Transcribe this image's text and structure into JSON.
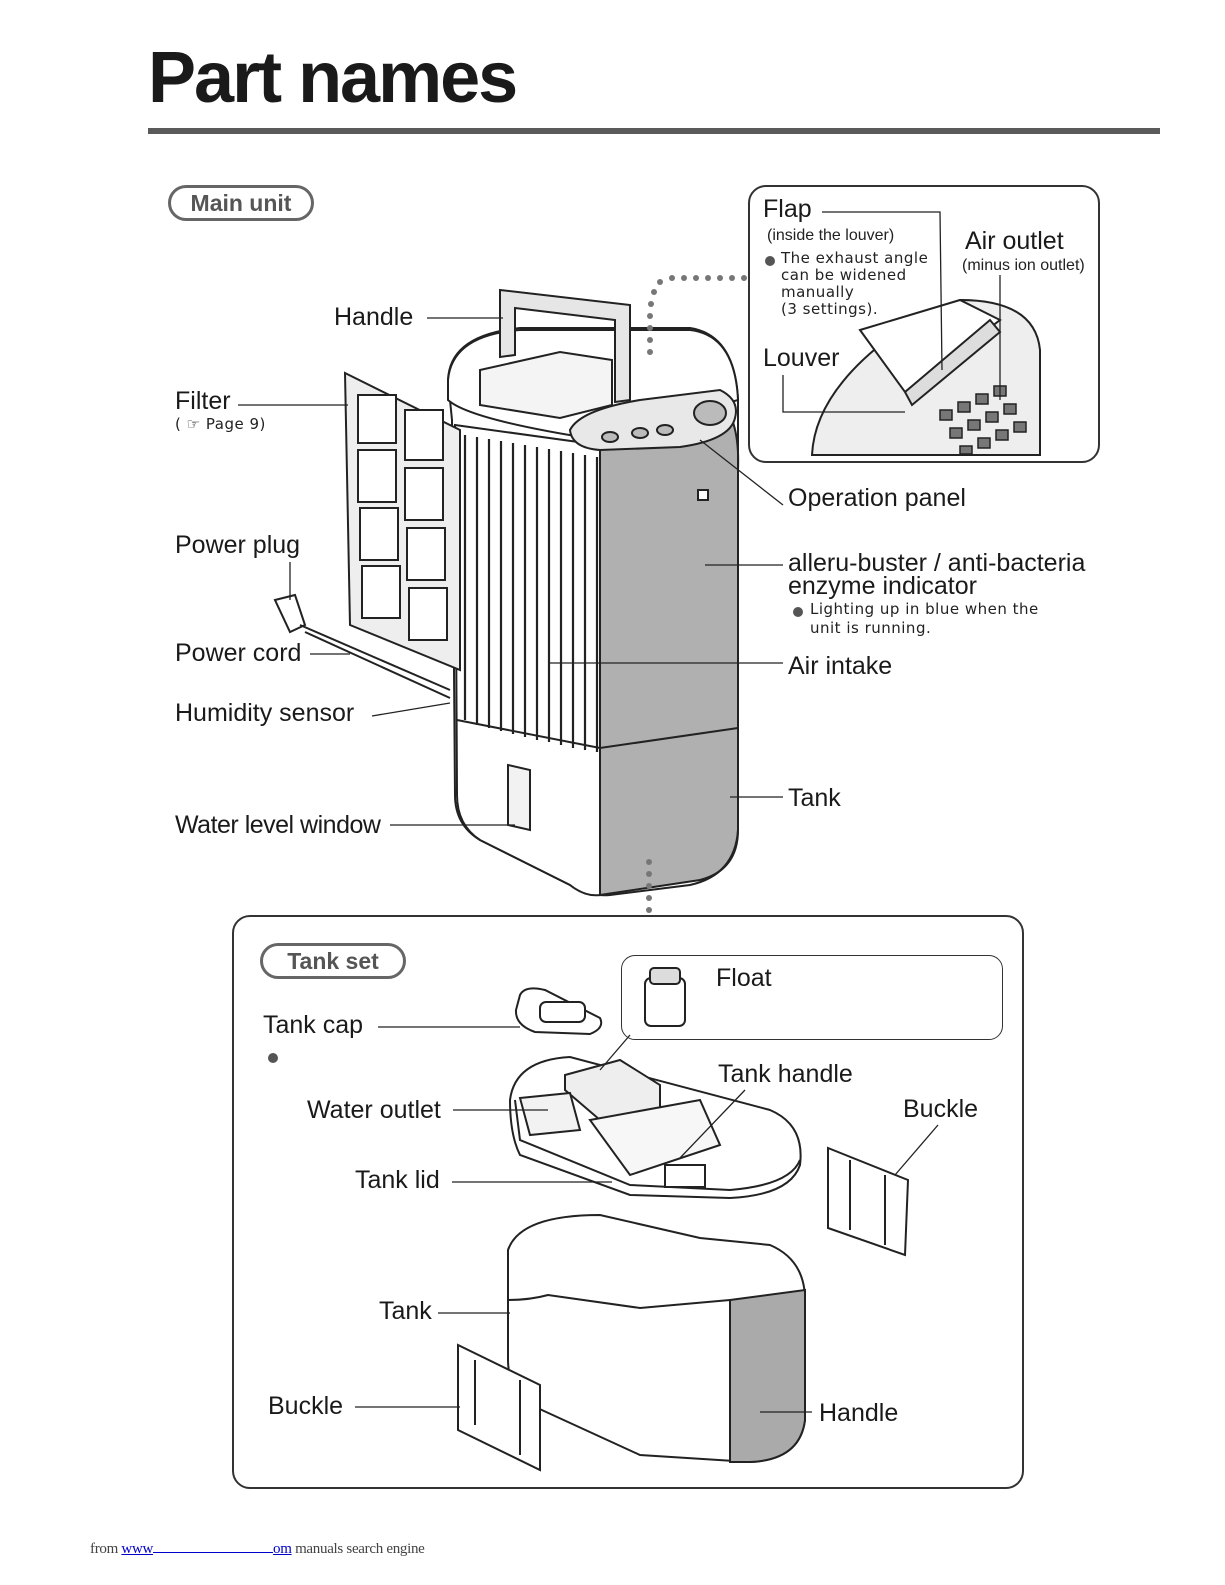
{
  "page": {
    "title": "Part names"
  },
  "main_unit": {
    "heading": "Main unit",
    "labels": {
      "handle": "Handle",
      "filter": "Filter",
      "filter_ref": "Page 9)",
      "filter_ref_open": "(",
      "power_plug": "Power plug",
      "power_cord": "Power cord",
      "humidity_sensor": "Humidity sensor",
      "water_level_window": "Water level window",
      "operation_panel": "Operation panel",
      "indicator_line1": "alleru-buster / anti-bacteria",
      "indicator_line2": "enzyme indicator",
      "indicator_note_line1": "Lighting up in blue when the",
      "indicator_note_line2": "unit is running.",
      "air_intake": "Air intake",
      "tank": "Tank"
    },
    "inset": {
      "flap": "Flap",
      "flap_note": "(inside the louver)",
      "flap_desc_line1": "The exhaust angle",
      "flap_desc_line2": "can be widened",
      "flap_desc_line3": "manually",
      "flap_desc_line4": "(3 settings).",
      "air_outlet": "Air outlet",
      "air_outlet_note": "(minus ion outlet)",
      "louver": "Louver"
    }
  },
  "tank_set": {
    "heading": "Tank set",
    "labels": {
      "float": "Float",
      "tank_cap": "Tank cap",
      "tank_handle": "Tank handle",
      "water_outlet": "Water outlet",
      "buckle_right": "Buckle",
      "tank_lid": "Tank lid",
      "tank": "Tank",
      "buckle_left": "Buckle",
      "handle": "Handle"
    }
  },
  "footer": {
    "prefix": "from",
    "link_start": "www",
    "link_end": "om",
    "suffix": "manuals search engine"
  },
  "icons": [
    "pointing-hand-icon",
    "plug-icon"
  ],
  "colors": {
    "rule": "#5a5a5a",
    "shade": "#a9a9a9",
    "link": "#0000cc"
  }
}
